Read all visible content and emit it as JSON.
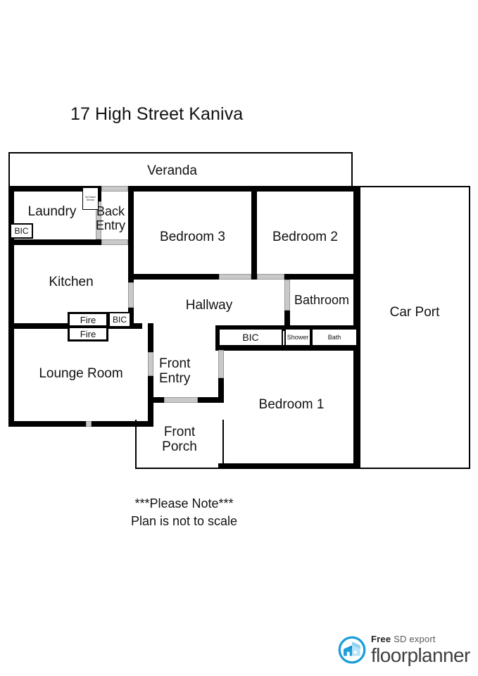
{
  "document": {
    "title": "17 High Street Kaniva",
    "note_line1": "***Please Note***",
    "note_line2": "Plan is not to scale"
  },
  "rooms": [
    {
      "name": "veranda",
      "label": "Veranda"
    },
    {
      "name": "laundry",
      "label": "Laundry"
    },
    {
      "name": "back-entry",
      "label_line1": "Back",
      "label_line2": "Entry"
    },
    {
      "name": "bedroom-3",
      "label": "Bedroom 3"
    },
    {
      "name": "bedroom-2",
      "label": "Bedroom 2"
    },
    {
      "name": "kitchen",
      "label": "Kitchen"
    },
    {
      "name": "hallway",
      "label": "Hallway"
    },
    {
      "name": "bathroom",
      "label": "Bathroom"
    },
    {
      "name": "car-port",
      "label": "Car Port"
    },
    {
      "name": "lounge-room",
      "label": "Lounge Room"
    },
    {
      "name": "front-entry",
      "label_line1": "Front",
      "label_line2": "Entry"
    },
    {
      "name": "front-porch",
      "label_line1": "Front",
      "label_line2": "Porch"
    },
    {
      "name": "bedroom-1",
      "label": "Bedroom 1"
    }
  ],
  "fixtures": [
    {
      "name": "bic-laundry",
      "label": "BIC"
    },
    {
      "name": "fire-upper",
      "label": "Fire"
    },
    {
      "name": "fire-lower",
      "label": "Fire"
    },
    {
      "name": "bic-kitchen",
      "label": "BIC"
    },
    {
      "name": "bic-hallway",
      "label": "BIC"
    },
    {
      "name": "shower",
      "label": "Shower"
    },
    {
      "name": "bath",
      "label": "Bath"
    },
    {
      "name": "hot-water-service",
      "label": "Hot Water Service"
    }
  ],
  "footer": {
    "tagline_strong": "Free",
    "tagline_rest": " SD export",
    "wordmark": "floorplanner"
  },
  "colors": {
    "wall": "#000000",
    "door": "#c9c9c9",
    "background": "#ffffff",
    "text": "#111111",
    "logo_blue": "#1b9dd9",
    "logo_house_dark": "#0f86c8",
    "logo_roof_light": "#8ed3f2",
    "logo_word_gray": "#3f3f3f",
    "logo_tagline_gray": "#58595b"
  }
}
